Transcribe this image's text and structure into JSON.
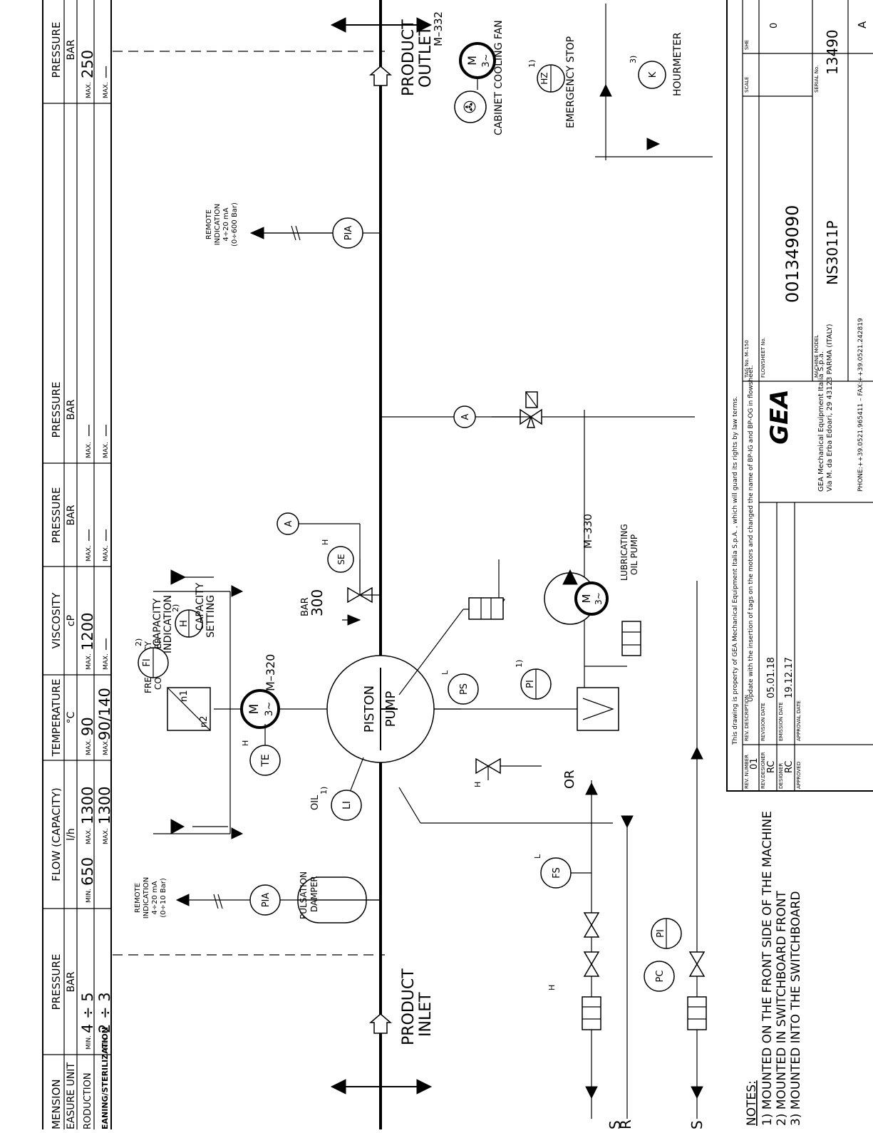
{
  "table": {
    "headers": [
      "MENSION",
      "PRESSURE",
      "FLOW (CAPACITY)",
      "TEMPERATURE",
      "VISCOSITY",
      "PRESSURE",
      "PRESSURE",
      "PRESSURE"
    ],
    "units": [
      "EASURE UNIT",
      "BAR",
      "l/h",
      "°C",
      "cP",
      "BAR",
      "BAR",
      "BAR"
    ],
    "row_labels": [
      "RODUCTION",
      "EANING/STERILIZATION"
    ],
    "minmax": {
      "min": "MIN.",
      "max": "MAX."
    },
    "inlet_pressure": {
      "prod": "4 ÷ 5",
      "clean": "2 ÷ 3"
    },
    "flow": {
      "prod_min": "650",
      "prod_max": "1300",
      "clean_max": "1300"
    },
    "temperature": {
      "prod_max": "90",
      "clean_max": "90/140"
    },
    "viscosity": {
      "prod_max": "1200",
      "clean_max": "—"
    },
    "pressure_6": {
      "prod_max": "—",
      "clean_max": "—"
    },
    "pressure_7": {
      "prod_max": "—",
      "clean_max": "—"
    },
    "outlet_pressure": {
      "prod_max": "250",
      "clean_max": "—"
    }
  },
  "labels": {
    "product_outlet": [
      "PRODUCT",
      "OUTLET"
    ],
    "product_inlet": [
      "PRODUCT",
      "INLET"
    ],
    "cabinet_fan": "CABINET COOLING FAN",
    "emergency_stop": "EMERGENCY STOP",
    "hourmeter": "HOURMETER",
    "m332": "M–332",
    "m330": "M–330",
    "m320": "M–320",
    "remote_top": [
      "REMOTE",
      "INDICATION",
      "4÷20 mA",
      "(0÷600 Bar)"
    ],
    "remote_bottom": [
      "REMOTE",
      "INDICATION",
      "4÷20 mA",
      "(0÷10 Bar)"
    ],
    "capacity_indication": [
      "CAPACITY",
      "INDICATION"
    ],
    "capacity_setting": [
      "CAPACITY",
      "SETTING"
    ],
    "frequency_converter": [
      "FREQUENCY",
      "CONVERTER"
    ],
    "piston_pump": [
      "PISTON",
      "PUMP"
    ],
    "lubricating_pump": [
      "LUBRICATING",
      "OIL PUMP"
    ],
    "pulsation_damper": [
      "PULSATION",
      "DAMPER"
    ],
    "oil": "OIL",
    "bar_label": "BAR",
    "bar_value": "300",
    "or_label": "OR",
    "n1": "n1",
    "n2": "n2",
    "edge_s1": "S",
    "edge_r": "R",
    "edge_s2": "S"
  },
  "instruments": {
    "pia_top": "PIA",
    "pia_bottom": "PIA",
    "fi": "FI",
    "h_setting": "H",
    "te": "TE",
    "li": "LI",
    "se": "SE",
    "ps": "PS",
    "pi_1": "PI",
    "pi_2": "PI",
    "pc": "PC",
    "fs": "FS",
    "hz": "HZ",
    "k": "K",
    "a1": "A",
    "a2": "A",
    "motor_m": "M",
    "motor_ph": "3~",
    "note_marks": [
      "1)",
      "2)",
      "3)"
    ],
    "sub_h": "H",
    "sub_l": "L"
  },
  "notes": {
    "title": "NOTES:",
    "items": [
      "1) MOUNTED ON THE FRONT SIDE OF THE MACHINE",
      "2) MOUNTED IN SWITCHBOARD FRONT",
      "3) MOUNTED INTO THE SWITCHBOARD"
    ]
  },
  "title_block": {
    "property": "This drawing is property of GEA Mechanical Equipment Italia S.p.A. , which will guard its rights by law terms.",
    "rev_number_label": "REV. NUMBER",
    "rev_number": "01",
    "rev_desc_label": "REV. DESCRIPTION",
    "rev_desc": "Update with the insertion of tags on the motors and changed the name of BP-IG and BP-OG in flowsheet.",
    "rev_designer_label": "REV.DESIGNER",
    "rev_designer": "RC",
    "rev_date_label": "REVISION DATE",
    "rev_date": "05.01.18",
    "designer_label": "DESIGNER",
    "designer": "RC",
    "emission_label": "EMISSION DATE",
    "emission_date": "19.12.17",
    "approved_label": "APPROVED",
    "approval_label": "APPROVAL DATE",
    "company_logo": "GEA",
    "company": [
      "GEA Mechanical Equipment Italia S.p.a.",
      "Via M. da Erba Edoari, 29  43123 PARMA (ITALY)"
    ],
    "phone": "PHONE:++39.0521.965411 – FAX:++39.0521.242819",
    "tag_label": "TAG No.  M–150",
    "flowsheet_label": "FLOWSHEET No.",
    "flowsheet_no": "001349090",
    "model_label": "MACHINE MODEL",
    "model": "NS3011P",
    "scale_label": "SCALE",
    "serial_label": "SERIAL No.",
    "serial": "13490",
    "sheet_label": "SHE",
    "sheet_value": "0",
    "size_label": "A"
  }
}
